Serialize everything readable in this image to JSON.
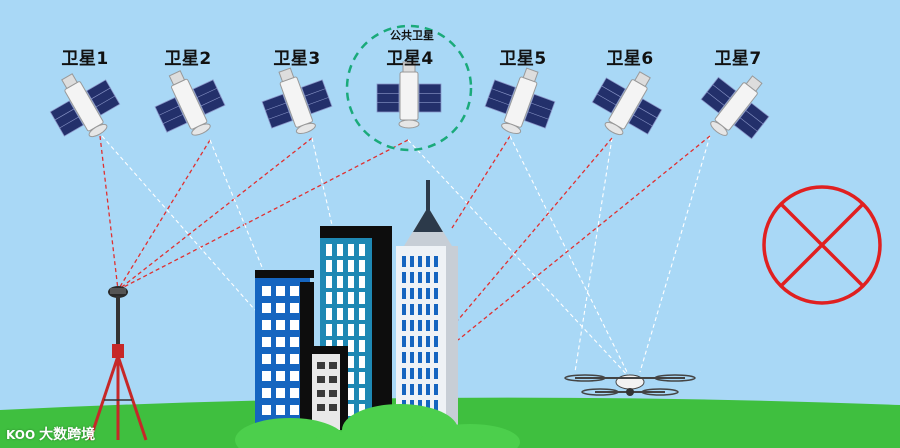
{
  "satellites": [
    {
      "label": "卫星1"
    },
    {
      "label": "卫星2"
    },
    {
      "label": "卫星3"
    },
    {
      "label": "卫星4"
    },
    {
      "label": "卫星5"
    },
    {
      "label": "卫星6"
    },
    {
      "label": "卫星7"
    }
  ],
  "public_satellite_label": "公共卫星",
  "watermark": {
    "logo": "KOO",
    "text": "大数跨境"
  },
  "colors": {
    "sky": "#a9d8f6",
    "ground": "#3fbf3f",
    "signal_blocked": "#e03030",
    "signal_clear": "#ffffff",
    "public_circle": "#1aaa7a",
    "no_signal": "#e02020",
    "building_blue": "#1565c0",
    "building_teal": "#1e88b4"
  },
  "icons": [
    "satellite-icon",
    "gnss-receiver-tripod-icon",
    "drone-icon",
    "no-signal-icon"
  ]
}
